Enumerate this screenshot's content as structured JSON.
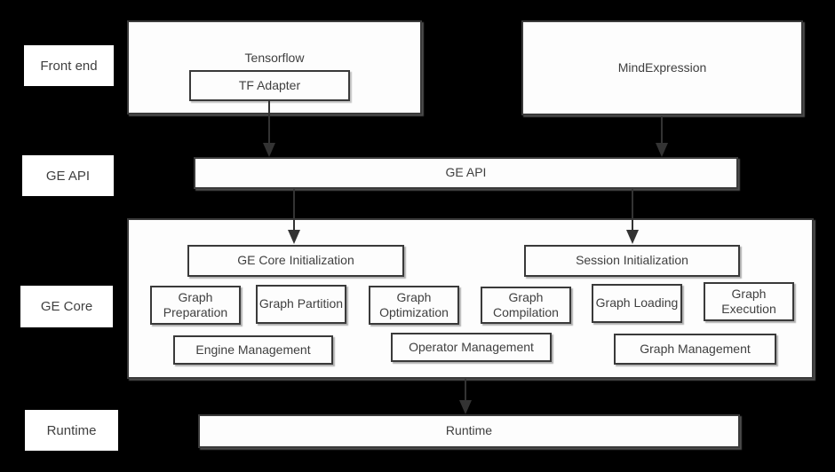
{
  "side_labels": {
    "front_end": "Front end",
    "ge_api": "GE API",
    "ge_core": "GE Core",
    "runtime": "Runtime"
  },
  "front_end": {
    "tensorflow_title": "Tensorflow",
    "tf_adapter": "TF Adapter",
    "mind_expression": "MindExpression"
  },
  "ge_api_bar": {
    "label": "GE API"
  },
  "ge_core": {
    "initialization": [
      "GE Core Initialization",
      "Session Initialization"
    ],
    "stages": [
      "Graph Preparation",
      "Graph Partition",
      "Graph Optimization",
      "Graph Compilation",
      "Graph Loading",
      "Graph Execution"
    ],
    "management": [
      "Engine Management",
      "Operator Management",
      "Graph Management"
    ]
  },
  "runtime_bar": {
    "label": "Runtime"
  },
  "colors": {
    "background": "#000000",
    "box_fill": "#fdfdfd",
    "box_border": "#3a3a3a",
    "text": "#3f3f3f",
    "arrow": "#333333",
    "shadow": "#7d7d7d"
  }
}
